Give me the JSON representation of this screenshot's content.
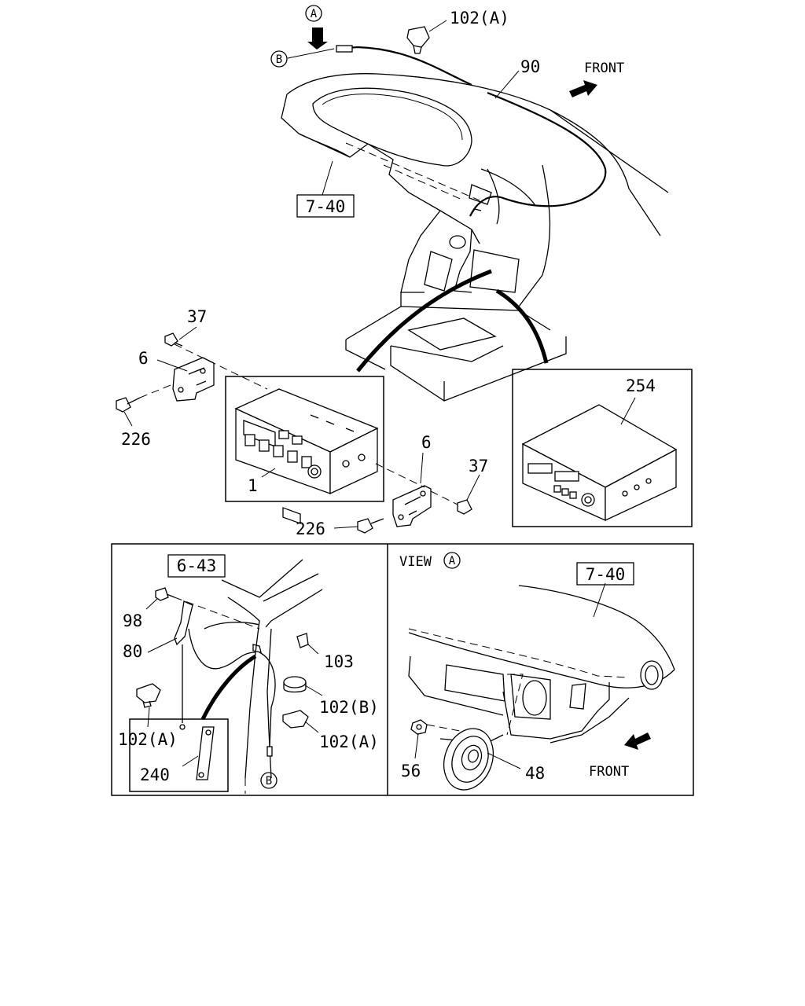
{
  "view_a": {
    "label": "VIEW",
    "letter": "A"
  },
  "markers": {
    "a": "A",
    "b": "B"
  },
  "front_labels": {
    "top": "FRONT",
    "view_a": "FRONT"
  },
  "ref_boxes": {
    "panel_top": "7-40",
    "pillar": "6-43",
    "panel_view_a": "7-40"
  },
  "callouts": {
    "c102a_top": "102(A)",
    "c90": "90",
    "c37_left": "37",
    "c6_left": "6",
    "c226_left": "226",
    "c1": "1",
    "c6_right": "6",
    "c37_right": "37",
    "c226_right": "226",
    "c254": "254",
    "c98": "98",
    "c80": "80",
    "c102a_left": "102(A)",
    "c240": "240",
    "c103": "103",
    "c102b": "102(B)",
    "c102a_right": "102(A)",
    "c56": "56",
    "c48": "48"
  }
}
